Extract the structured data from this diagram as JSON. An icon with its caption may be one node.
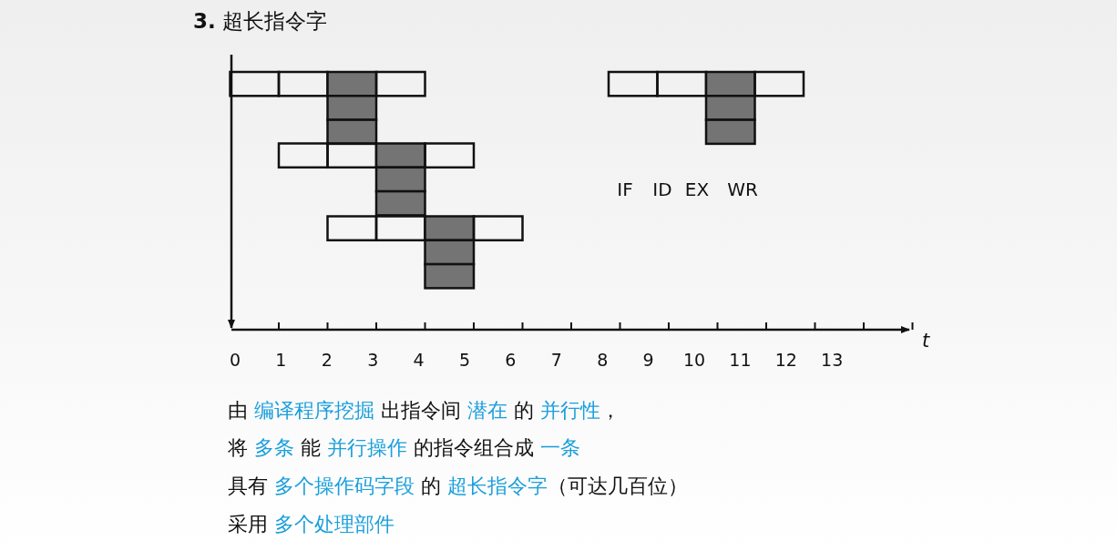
{
  "diagram": {
    "title": "**3.** 超长指令字",
    "labels": [
      "IF",
      "ID",
      "EX",
      "WR",
      "0",
      "1",
      "2",
      "3",
      "4",
      "5",
      "6",
      "7",
      "8",
      "9",
      "10",
      "11",
      "12",
      "13",
      "t",
      "由 **编译程序挖掘** 出指令间 **潜在** 的 **并行性**，",
      "将 **多条** 能 **并行操作** 的指令组合成 **一条**",
      "具有 **多个操作码字段** 的 **超长指令字**（可达几百位）",
      "采用 **多个处理部件**"
    ]
  }
}
